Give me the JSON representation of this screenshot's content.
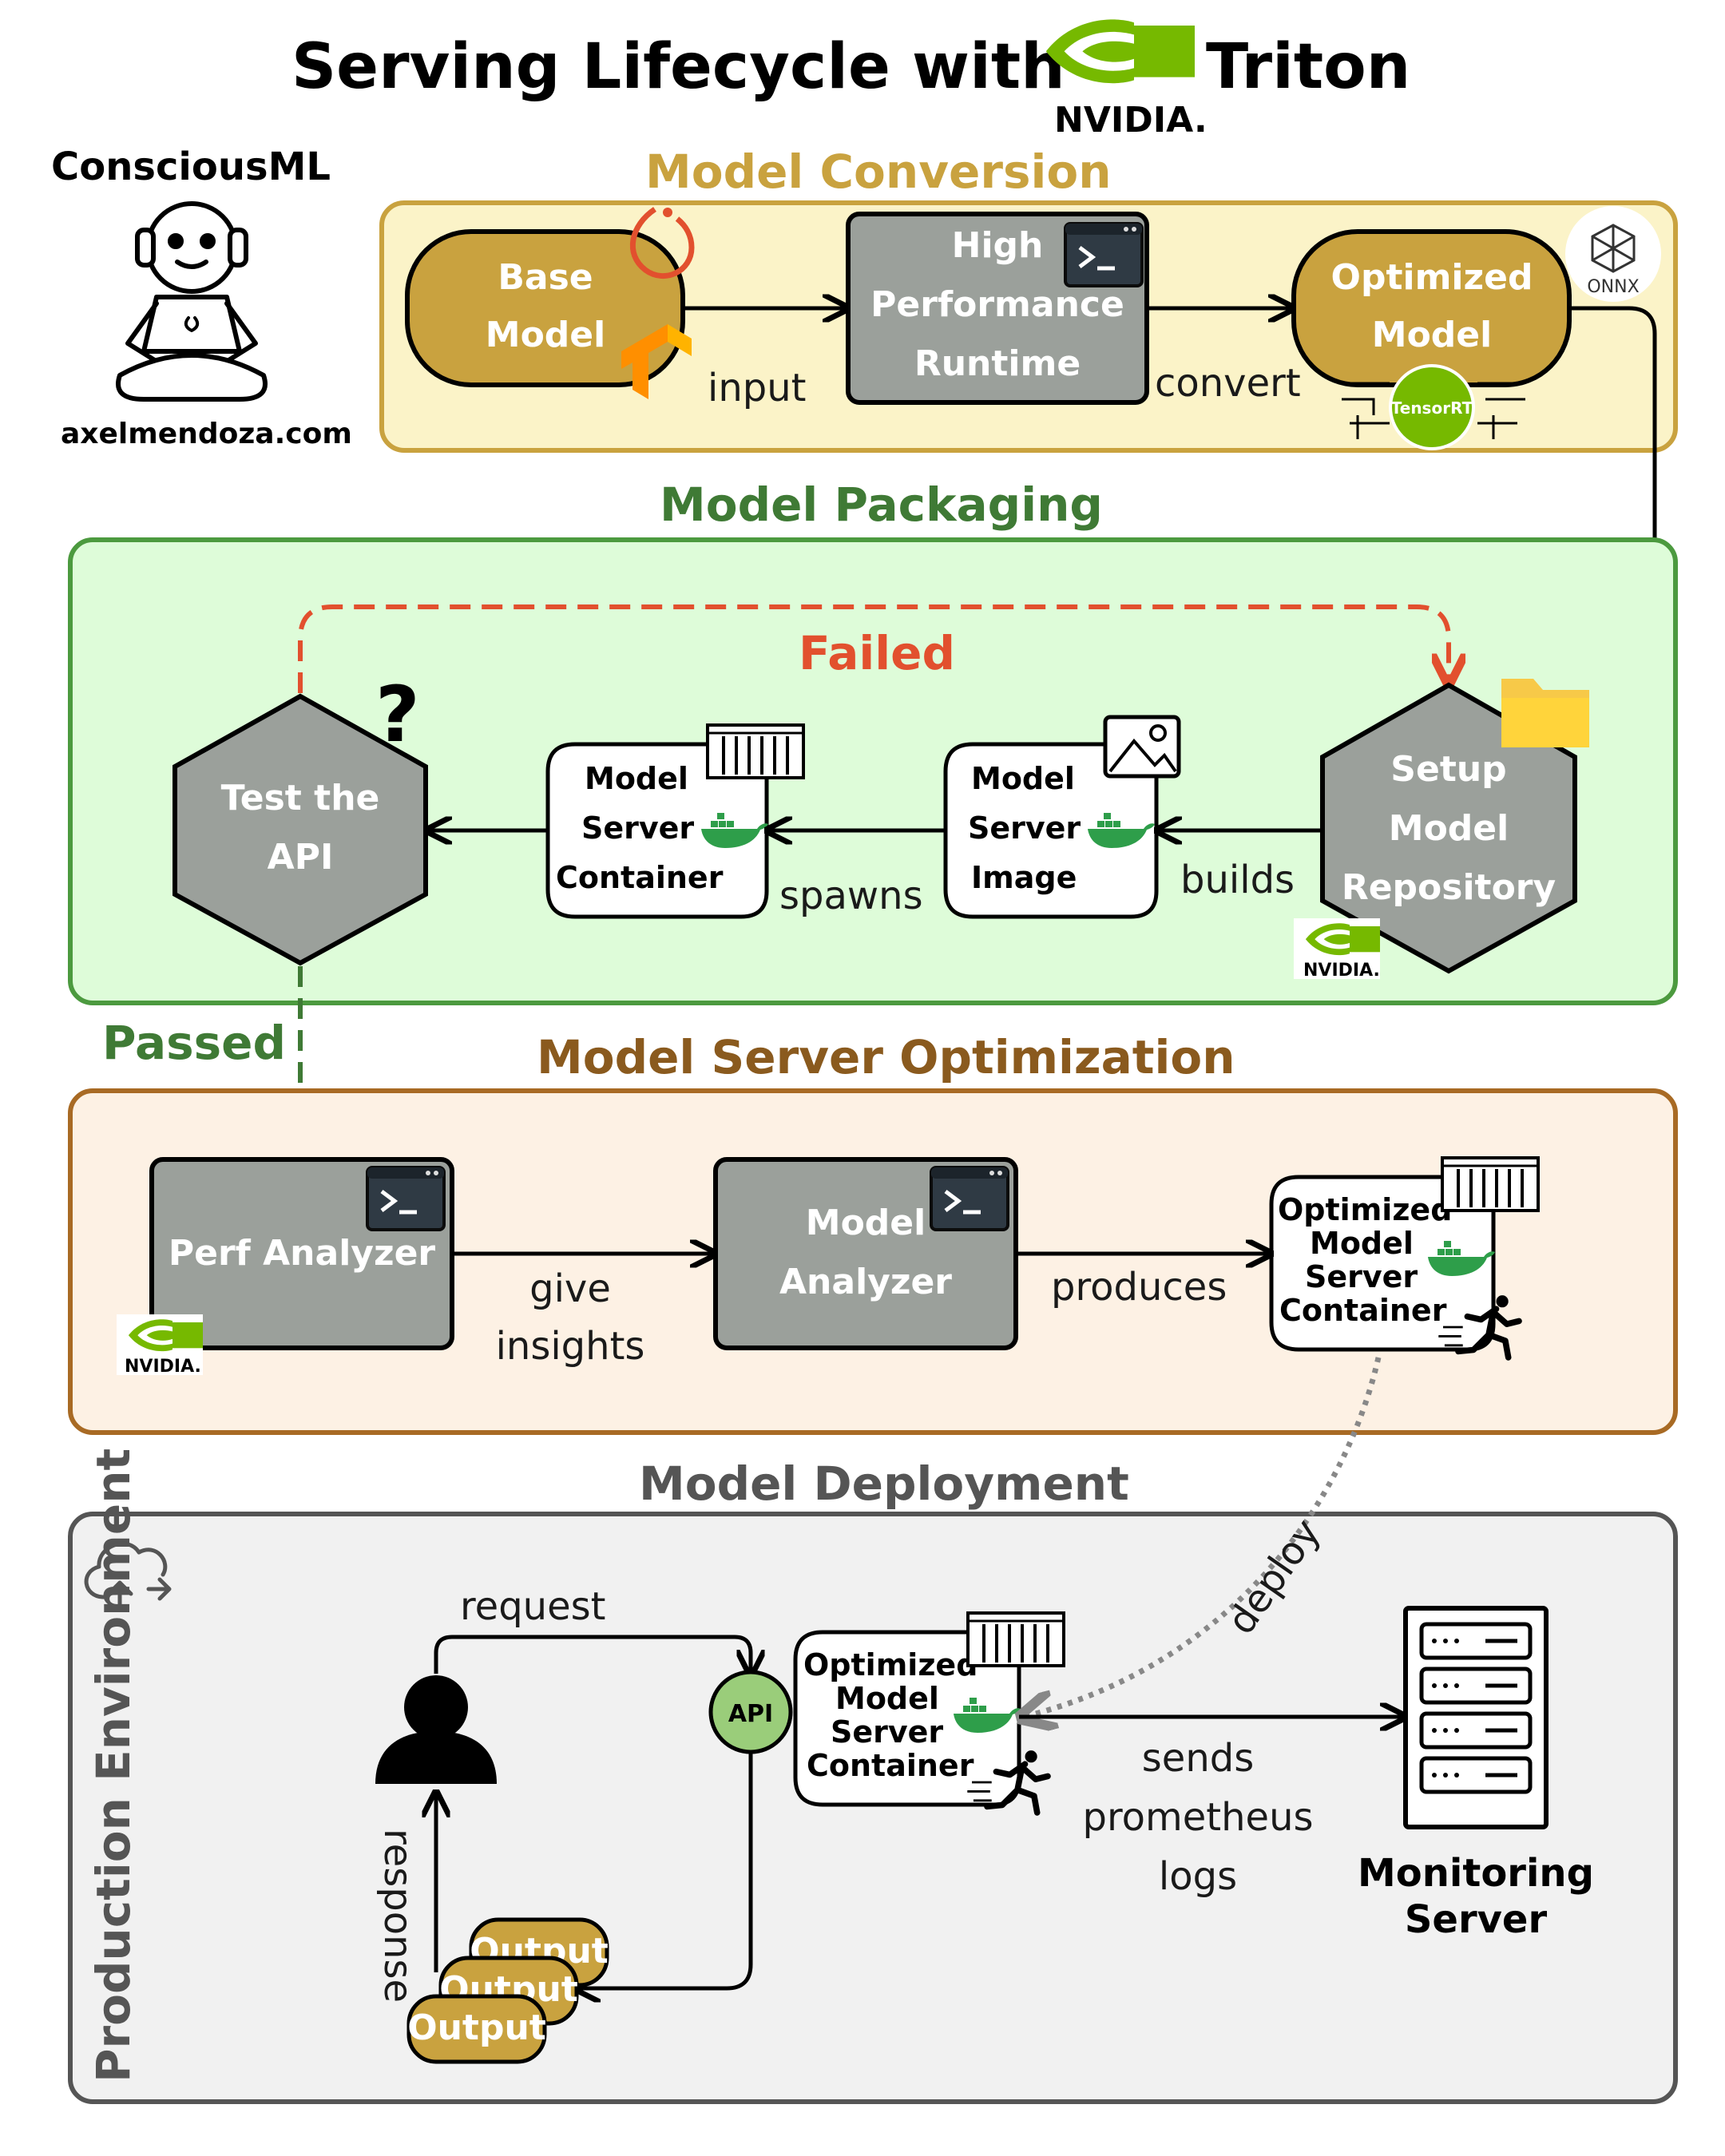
{
  "header": {
    "title": "Serving Lifecycle with",
    "title_suffix": "Triton",
    "nvidia_word": "NVIDIA."
  },
  "brand": {
    "name": "ConsciousML",
    "site": "axelmendoza.com"
  },
  "sections": {
    "conversion": "Model Conversion",
    "packaging": "Model Packaging",
    "optimization": "Model Server Optimization",
    "deployment": "Model Deployment",
    "production_env": "Production Environment"
  },
  "conversion": {
    "base_model": [
      "Base",
      "Model"
    ],
    "runtime": [
      "High",
      "Performance",
      "Runtime"
    ],
    "optimized_model": [
      "Optimized",
      "Model"
    ],
    "edge_input": "input",
    "edge_convert": "convert",
    "onnx_label": "ONNX",
    "tensorrt_label": "TensorRT"
  },
  "packaging": {
    "failed": "Failed",
    "test_api": [
      "Test the",
      "API"
    ],
    "container": [
      "Model",
      "Server",
      "Container"
    ],
    "image": [
      "Model",
      "Server",
      "Image"
    ],
    "repository": [
      "Setup",
      "Model",
      "Repository"
    ],
    "edge_spawns": "spawns",
    "edge_builds": "builds",
    "question": "?",
    "nvidia_word": "NVIDIA."
  },
  "optimization": {
    "passed": "Passed",
    "perf_analyzer": "Perf Analyzer",
    "model_analyzer": [
      "Model",
      "Analyzer"
    ],
    "optimized_container": [
      "Optimized",
      "Model",
      "Server",
      "Container"
    ],
    "edge_insights": [
      "give",
      "insights"
    ],
    "edge_produces": "produces",
    "nvidia_word": "NVIDIA."
  },
  "deployment": {
    "request": "request",
    "response": "response",
    "api": "API",
    "output": "Output",
    "optimized_container": [
      "Optimized",
      "Model",
      "Server",
      "Container"
    ],
    "edge_deploy": "deploy",
    "edge_logs": [
      "sends",
      "prometheus",
      "logs"
    ],
    "monitoring": [
      "Monitoring",
      "Server"
    ]
  },
  "colors": {
    "gold": "#C9A23F",
    "gold_text": "#C9A23F",
    "gold_bg": "#FBF3C8",
    "green_text": "#3F7A35",
    "green_bg": "#DEFCD9",
    "green_border": "#4C9A3F",
    "red": "#E2502E",
    "brown_text": "#8A5A1E",
    "orange_bg": "#FDF1E4",
    "brown_border": "#A86A24",
    "grey_node": "#9BA09B",
    "grey_bg": "#F1F1F1",
    "grey_text": "#555555",
    "nvidia_green": "#76B900",
    "docker_green": "#2E9E4A",
    "api_green": "#9ACD7A"
  }
}
